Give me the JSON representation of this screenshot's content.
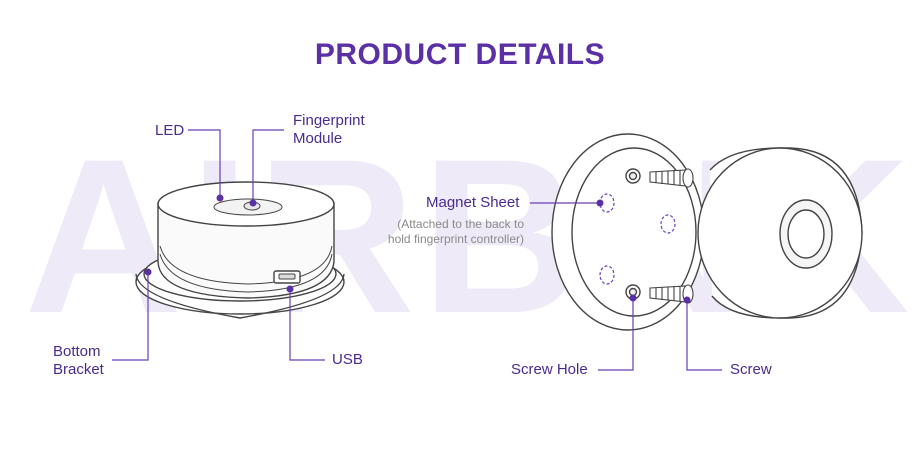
{
  "title": "PRODUCT DETAILS",
  "watermark": "AIRBNK",
  "colors": {
    "title": "#5b2fa6",
    "label": "#4a2a8f",
    "leader": "#6a3fb5",
    "watermark": "#eeeaf7",
    "outline": "#444444"
  },
  "labels": {
    "led": "LED",
    "fingerprint_module": "Fingerprint\nModule",
    "bottom_bracket": "Bottom\nBracket",
    "usb": "USB",
    "magnet_sheet": "Magnet Sheet",
    "magnet_note": "(Attached to the back to\nhold fingerprint controller)",
    "screw_hole": "Screw Hole",
    "screw": "Screw"
  }
}
